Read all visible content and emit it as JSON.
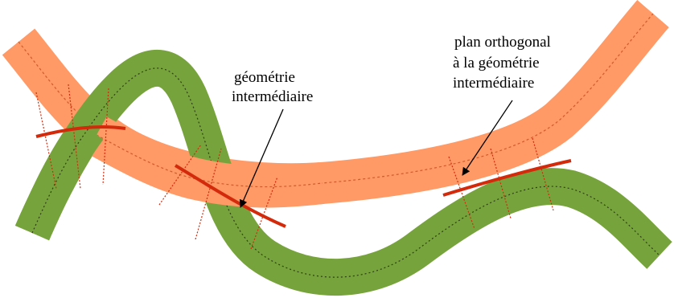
{
  "labels": {
    "intermediate_geometry": [
      "géométrie",
      "intermédiaire"
    ],
    "orthogonal_plane": [
      "plan orthogonal",
      "à la géométrie",
      "intermédiaire"
    ]
  },
  "colors": {
    "orange_tube": "#ff9966",
    "green_tube": "#77a33d",
    "red_curve": "#d42a0c",
    "centerline_dash": "#d05a2a",
    "green_centerline_dash": "#2c3f12",
    "arrow": "#000000"
  }
}
